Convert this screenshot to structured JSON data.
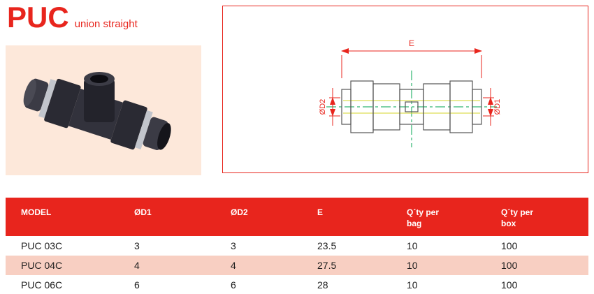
{
  "page": {
    "title": "PUC",
    "subtitle": "union straight"
  },
  "colors": {
    "accent": "#e8251d",
    "photo_background": "#fde8da",
    "table_alt_row": "#f8cfc2"
  },
  "diagram": {
    "labels": {
      "e": "E",
      "d2": "ØD2",
      "d1": "ØD1"
    }
  },
  "table": {
    "headers": [
      "MODEL",
      "ØD1",
      "ØD2",
      "E",
      "Q´ty per bag",
      "Q´ty per box"
    ],
    "rows": [
      [
        "PUC 03C",
        "3",
        "3",
        "23.5",
        "10",
        "100"
      ],
      [
        "PUC 04C",
        "4",
        "4",
        "27.5",
        "10",
        "100"
      ],
      [
        "PUC 06C",
        "6",
        "6",
        "28",
        "10",
        "100"
      ]
    ]
  }
}
